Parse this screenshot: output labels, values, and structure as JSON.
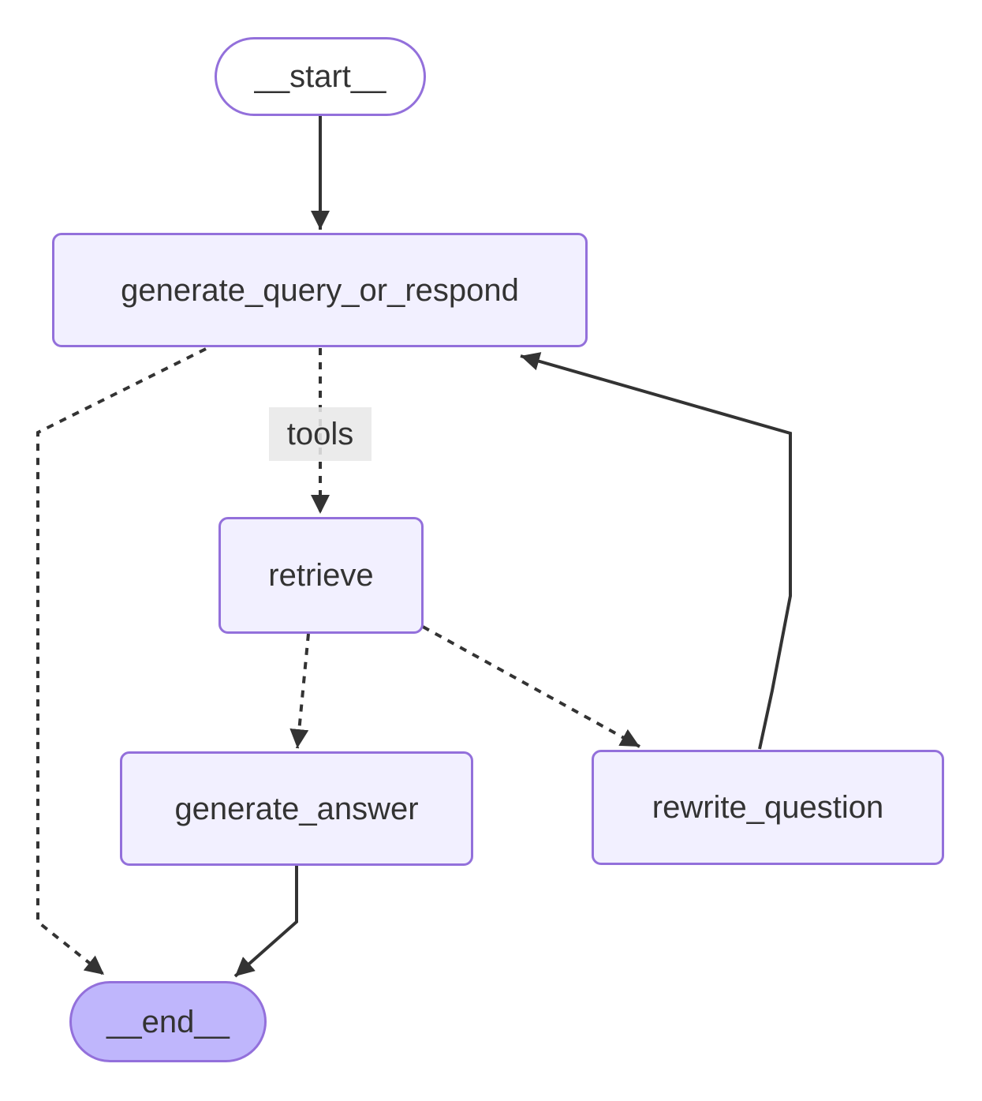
{
  "diagram": {
    "kind": "flowchart",
    "direction": "top-down",
    "nodes": {
      "start": {
        "label": "__start__",
        "shape": "pill"
      },
      "gqor": {
        "label": "generate_query_or_respond",
        "shape": "rect"
      },
      "retrieve": {
        "label": "retrieve",
        "shape": "rect"
      },
      "genans": {
        "label": "generate_answer",
        "shape": "rect"
      },
      "rewrite": {
        "label": "rewrite_question",
        "shape": "rect"
      },
      "end": {
        "label": "__end__",
        "shape": "pill"
      }
    },
    "edge_labels": {
      "tools": "tools"
    },
    "edges": [
      {
        "from": "__start__",
        "to": "generate_query_or_respond",
        "style": "solid",
        "label": ""
      },
      {
        "from": "generate_query_or_respond",
        "to": "retrieve",
        "style": "dashed",
        "label": "tools"
      },
      {
        "from": "generate_query_or_respond",
        "to": "__end__",
        "style": "dashed",
        "label": ""
      },
      {
        "from": "retrieve",
        "to": "generate_answer",
        "style": "dashed",
        "label": ""
      },
      {
        "from": "retrieve",
        "to": "rewrite_question",
        "style": "dashed",
        "label": ""
      },
      {
        "from": "rewrite_question",
        "to": "generate_query_or_respond",
        "style": "solid",
        "label": ""
      },
      {
        "from": "generate_answer",
        "to": "__end__",
        "style": "solid",
        "label": ""
      }
    ],
    "colors": {
      "node_fill": "#f2f0ff",
      "node_border": "#9370DB",
      "start_fill": "#ffffff",
      "end_fill": "#bfb6fc",
      "text": "#333333",
      "edge": "#333333",
      "edge_label_bg": "#e8e8e8",
      "background": "#ffffff"
    }
  }
}
